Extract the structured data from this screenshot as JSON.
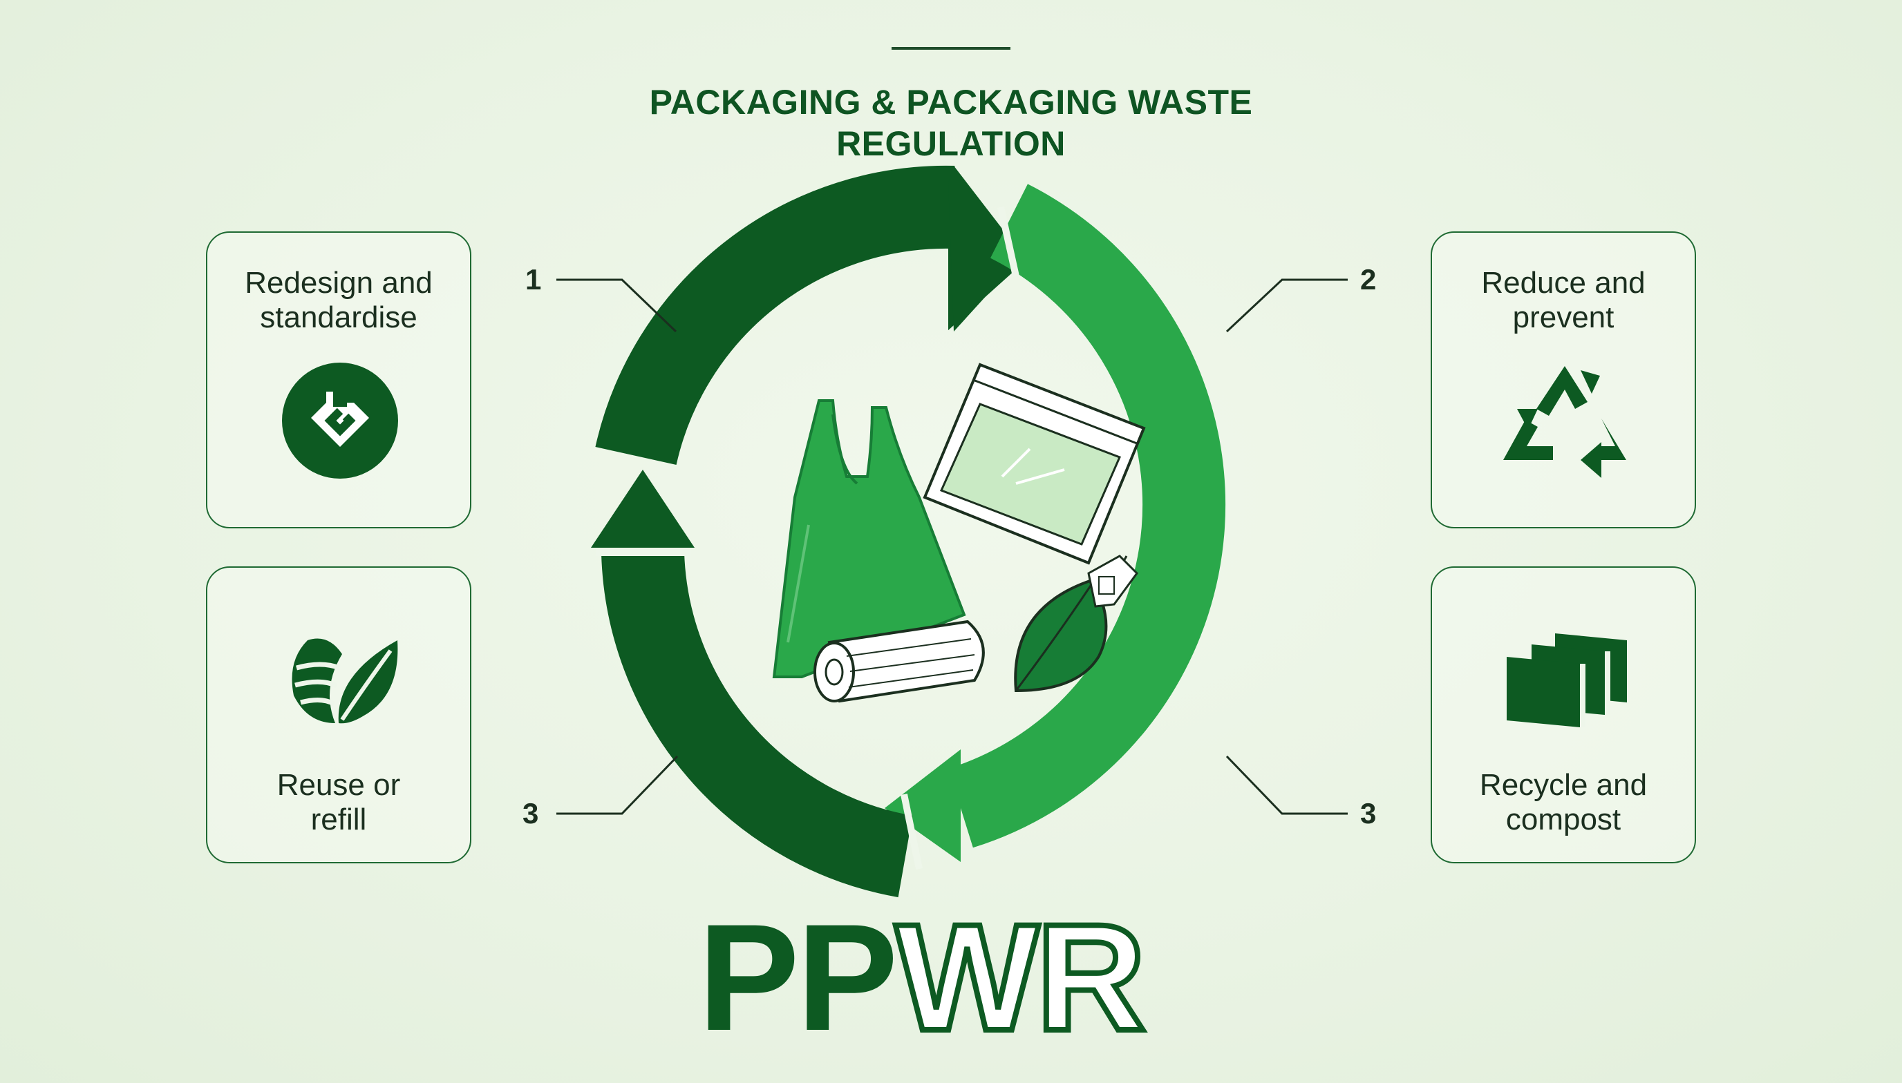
{
  "title": "PACKAGING & PACKAGING WASTE\nREGULATION",
  "logo": {
    "part1": "PP",
    "part2": "WR"
  },
  "steps": [
    {
      "number": "1",
      "label": "Redesign and\nstandardise",
      "icon": "circular-box-icon"
    },
    {
      "number": "2",
      "label": "Reduce and\nprevent",
      "icon": "recycle-icon"
    },
    {
      "number": "3",
      "label": "Reuse or\nrefill",
      "icon": "leaf-icon"
    },
    {
      "number": "3",
      "label": "Recycle and\ncompost",
      "icon": "stacked-sheets-icon"
    }
  ],
  "colors": {
    "dark_green": "#0d5a22",
    "medium_green": "#177d36",
    "bright_green": "#2aa84a",
    "card_border": "#1f6a33",
    "text": "#1b2f1f"
  }
}
